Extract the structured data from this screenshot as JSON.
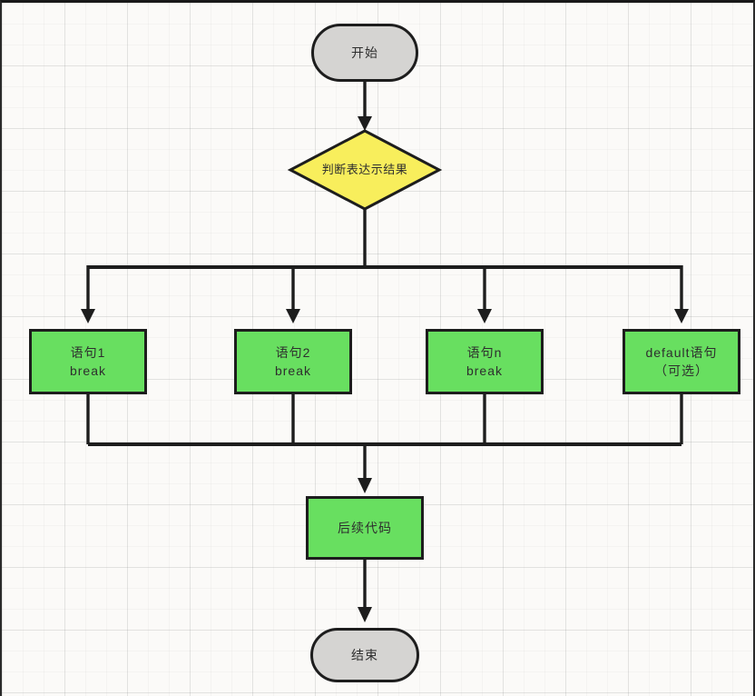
{
  "diagram": {
    "nodes": {
      "start": {
        "label": "开始"
      },
      "decision": {
        "label": "判断表达示结果"
      },
      "case1": {
        "line1": "语句1",
        "line2": "break"
      },
      "case2": {
        "line1": "语句2",
        "line2": "break"
      },
      "case_n": {
        "line1": "语句n",
        "line2": "break"
      },
      "default_case": {
        "line1": "default语句",
        "line2": "（可选）"
      },
      "followup": {
        "label": "后续代码"
      },
      "end": {
        "label": "结束"
      }
    },
    "colors": {
      "terminal_fill": "#d5d4d2",
      "decision_fill": "#f8ee5c",
      "process_fill": "#68df60",
      "edge": "#1d1d1d",
      "text": "#2e2e2e"
    }
  }
}
